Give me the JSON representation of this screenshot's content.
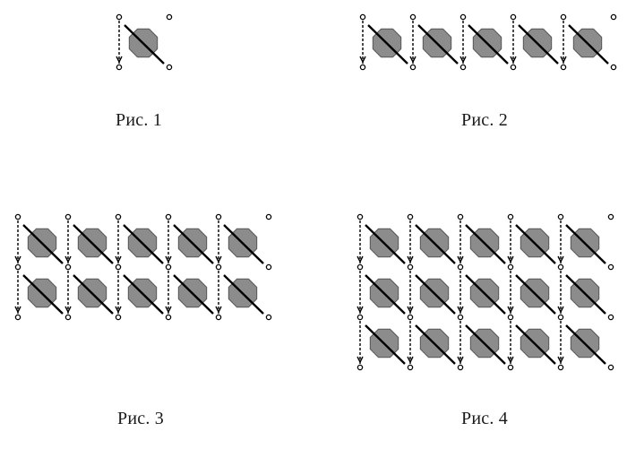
{
  "figures": [
    {
      "caption": "Рис. 1",
      "rows": 1,
      "cols": 1
    },
    {
      "caption": "Рис. 2",
      "rows": 1,
      "cols": 5
    },
    {
      "caption": "Рис. 3",
      "rows": 2,
      "cols": 5
    },
    {
      "caption": "Рис. 4",
      "rows": 3,
      "cols": 5
    }
  ],
  "colors": {
    "cell_fill": "#8c8c8c",
    "stroke": "#000000",
    "background": "#ffffff"
  }
}
